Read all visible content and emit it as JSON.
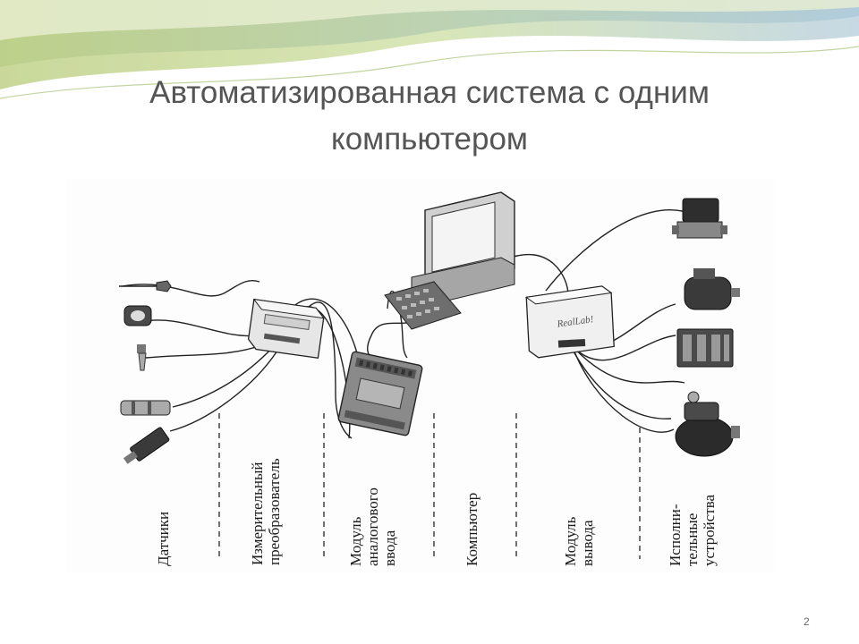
{
  "slide": {
    "title_line1": "Автоматизированная система с одним",
    "title_line2": "компьютером",
    "page_number": "2"
  },
  "diagram": {
    "labels": {
      "sensors": "Датчики",
      "measuring_line1": "Измерительный",
      "measuring_line2": "преобразователь",
      "analog_line1": "Модуль",
      "analog_line2": "аналогового",
      "analog_line3": "ввода",
      "computer": "Компьютер",
      "output_line1": "Модуль",
      "output_line2": "вывода",
      "actuators_line1": "Исполни-",
      "actuators_line2": "тельные",
      "actuators_line3": "устройства"
    },
    "device_text": {
      "output_module_brand": "RealLab!"
    }
  }
}
